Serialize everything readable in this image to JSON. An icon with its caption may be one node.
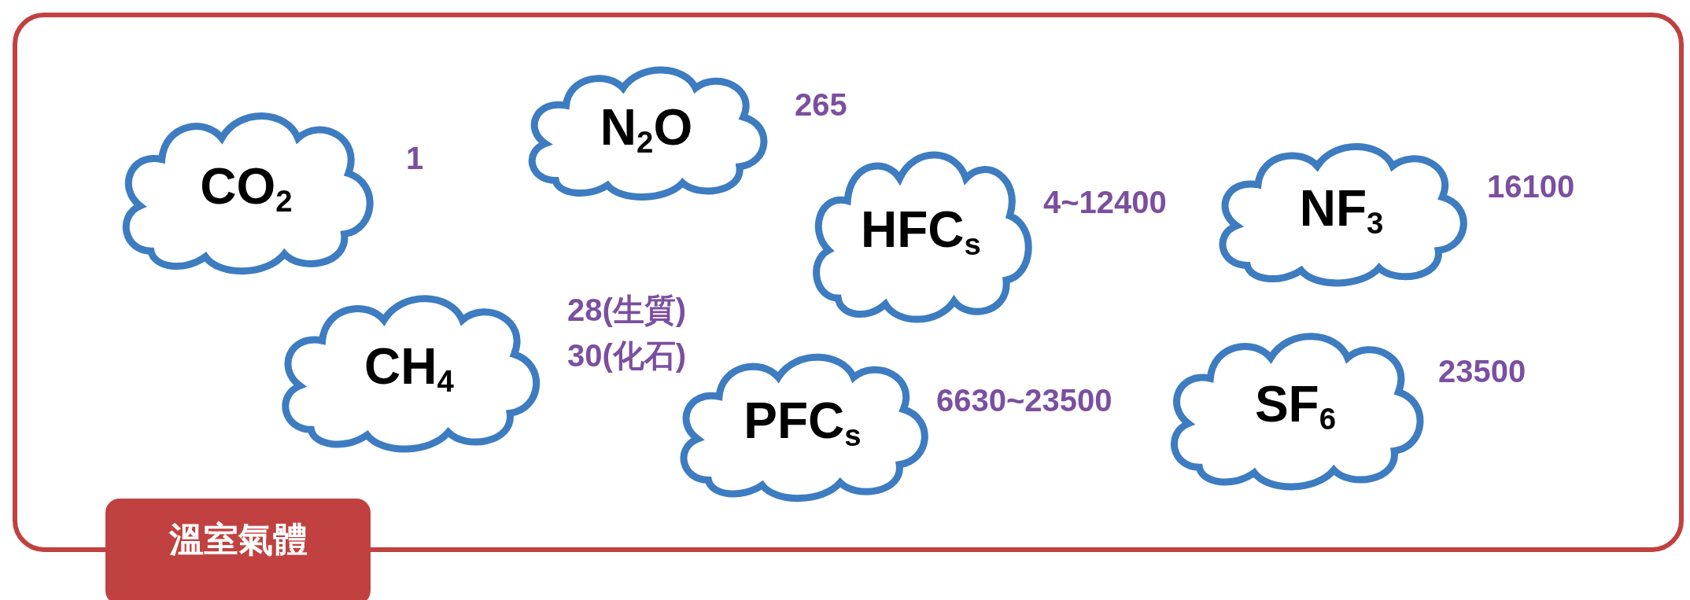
{
  "diagram": {
    "nodes": [
      {
        "text": [
          "溫室氣體"
        ]
      },
      {
        "text": [
          "CO$_{2}$"
        ],
        "in": 0,
        "beside": [
          "1"
        ]
      },
      {
        "text": [
          "N$_{2}$O"
        ],
        "in": 0,
        "beside": [
          "265"
        ]
      },
      {
        "text": [
          "HFC$_{s}$"
        ],
        "in": 0,
        "beside": [
          "4~12400"
        ]
      },
      {
        "text": [
          "NF$_{3}$"
        ],
        "in": 0,
        "beside": [
          "16100"
        ]
      },
      {
        "text": [
          "CH$_{4}$"
        ],
        "in": 0,
        "beside": [
          "28(生質)",
          "30(化石)"
        ]
      },
      {
        "text": [
          "PFC$_{s}$"
        ],
        "in": 0,
        "beside": [
          "6630~23500"
        ]
      },
      {
        "text": [
          "SF$_{6}$"
        ],
        "in": 0,
        "beside": [
          "23500"
        ]
      }
    ]
  }
}
